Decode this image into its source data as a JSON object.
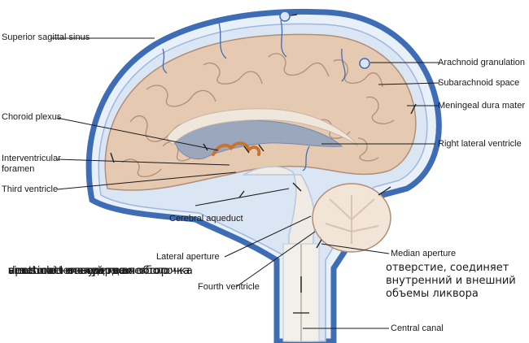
{
  "labels": {
    "superior_sagittal_sinus": "Superior sagittal sinus",
    "choroid_plexus": "Choroid plexus",
    "interventricular_foramen": "Interventricular foramen",
    "third_ventricle": "Third ventricle",
    "cerebral_aqueduct": "Cerebral aqueduct",
    "lateral_aperture": "Lateral aperture",
    "fourth_ventricle": "Fourth ventricle",
    "arachnoid_granulation": "Arachnoid granulation",
    "subarachnoid_space": "Subarachnoid space",
    "meningeal_dura_mater": "Meningeal dura mater",
    "right_lateral_ventricle": "Right lateral ventricle",
    "median_aperture": "Median aperture",
    "central_canal": "Central canal"
  },
  "glossary": [
    "sinus - венозный коллектор",
    "dura matter - твердая оболочка",
    "ventricle - желудочек",
    "aperture - отверстие",
    "arachnoid - паутинная оболочка"
  ],
  "median_note": "отверстие, соединяет внутренний и внешний объемы ликвора",
  "colors": {
    "dura": "#3f6db5",
    "csf": "#dbe6f5",
    "brain": "#e6c9b1",
    "gyri_line": "#b08e78",
    "choroid": "#c9732f",
    "ventricle": "#9aa7bd"
  }
}
